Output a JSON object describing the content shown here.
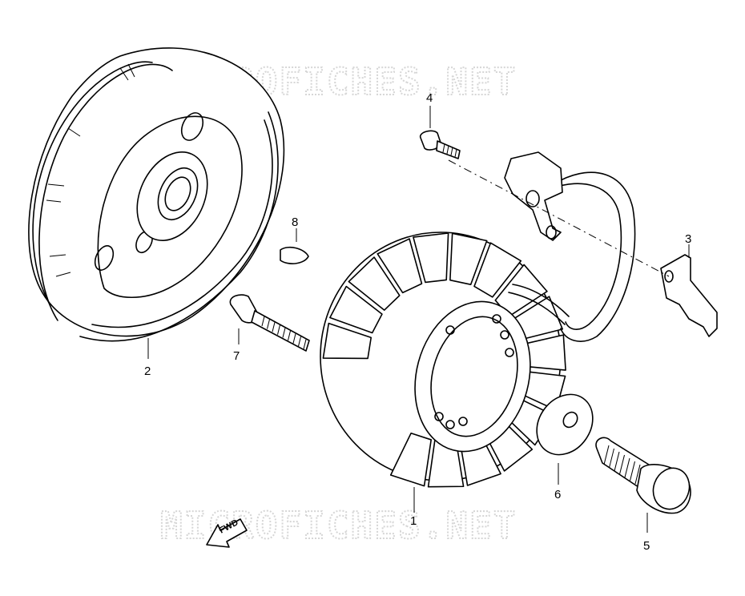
{
  "watermark": {
    "top": "MICROFICHES.NET",
    "bottom": "MICROFICHES.NET"
  },
  "fwd_arrow": {
    "label": "FWD"
  },
  "callouts": [
    {
      "id": "1",
      "label": "1"
    },
    {
      "id": "2",
      "label": "2"
    },
    {
      "id": "3",
      "label": "3"
    },
    {
      "id": "4",
      "label": "4"
    },
    {
      "id": "5",
      "label": "5"
    },
    {
      "id": "6",
      "label": "6"
    },
    {
      "id": "7",
      "label": "7"
    },
    {
      "id": "8",
      "label": "8"
    }
  ]
}
